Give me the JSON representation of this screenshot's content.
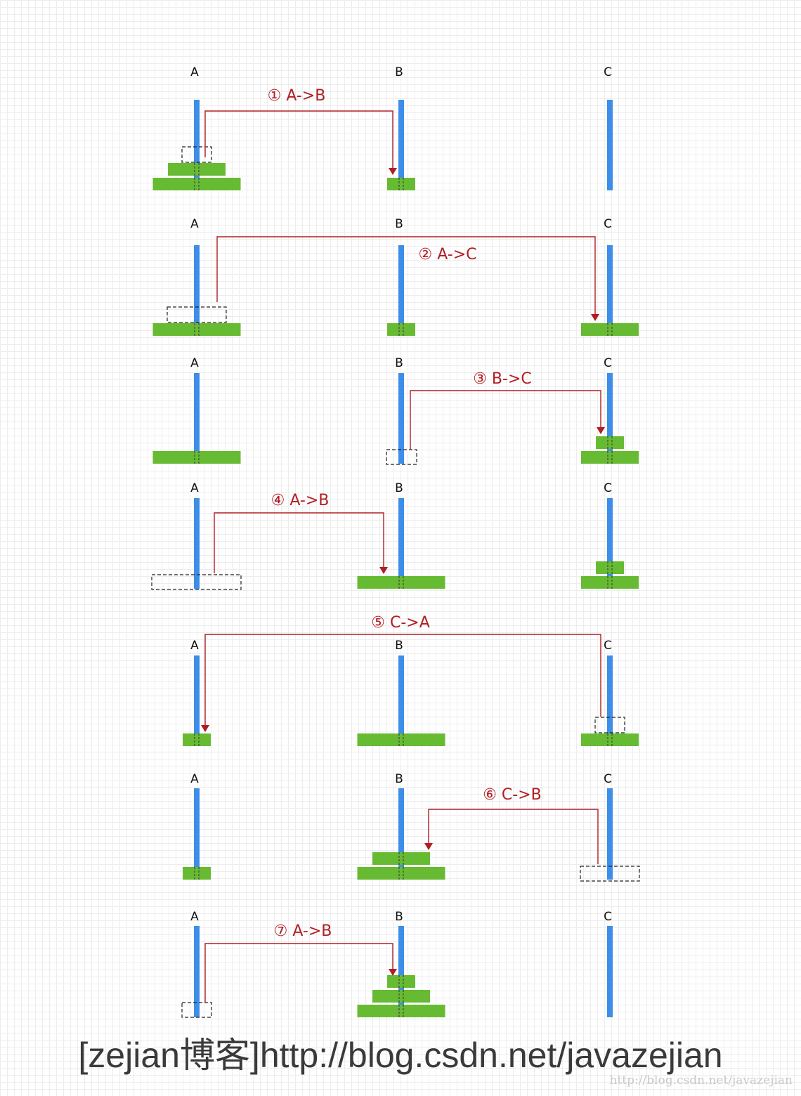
{
  "colors": {
    "peg": "#3d8ee8",
    "disk": "#67bb33",
    "arrow": "#b01e24",
    "label": "#111111"
  },
  "pegs": [
    "A",
    "B",
    "C"
  ],
  "rows": [
    {
      "move": "① A->B",
      "state": {
        "A": [
          3,
          2
        ],
        "B": [
          1
        ],
        "C": []
      },
      "from": "A",
      "to": "B"
    },
    {
      "move": "② A->C",
      "state": {
        "A": [
          3
        ],
        "B": [
          1
        ],
        "C": [
          2
        ]
      },
      "from": "A",
      "to": "C"
    },
    {
      "move": "③ B->C",
      "state": {
        "A": [
          3
        ],
        "B": [],
        "C": [
          2,
          1
        ]
      },
      "from": "B",
      "to": "C"
    },
    {
      "move": "④ A->B",
      "state": {
        "A": [],
        "B": [
          3
        ],
        "C": [
          2,
          1
        ]
      },
      "from": "A",
      "to": "B"
    },
    {
      "move": "⑤ C->A",
      "state": {
        "A": [
          1
        ],
        "B": [
          3
        ],
        "C": [
          2
        ]
      },
      "from": "C",
      "to": "A"
    },
    {
      "move": "⑥ C->B",
      "state": {
        "A": [
          1
        ],
        "B": [
          3,
          2
        ],
        "C": []
      },
      "from": "C",
      "to": "B"
    },
    {
      "move": "⑦ A->B",
      "state": {
        "A": [],
        "B": [
          3,
          2,
          1
        ],
        "C": []
      },
      "from": "A",
      "to": "B"
    }
  ],
  "footer": "[zejian博客]http://blog.csdn.net/javazejian",
  "watermark": "http://blog.csdn.net/javazejian"
}
